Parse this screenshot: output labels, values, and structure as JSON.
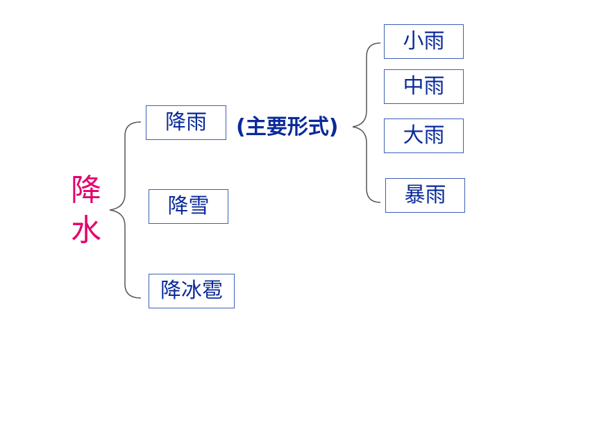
{
  "root": {
    "char1": "降",
    "char2": "水"
  },
  "level1": {
    "rain": "降雨",
    "snow": "降雪",
    "hail": "降冰雹"
  },
  "note": "(主要形式)",
  "level2": {
    "light_rain": "小雨",
    "moderate_rain": "中雨",
    "heavy_rain": "大雨",
    "rainstorm": "暴雨"
  },
  "colors": {
    "root_text": "#e3006f",
    "box_text": "#0a2a9a",
    "box_border": "#3b5fb5",
    "bracket": "#555555"
  }
}
